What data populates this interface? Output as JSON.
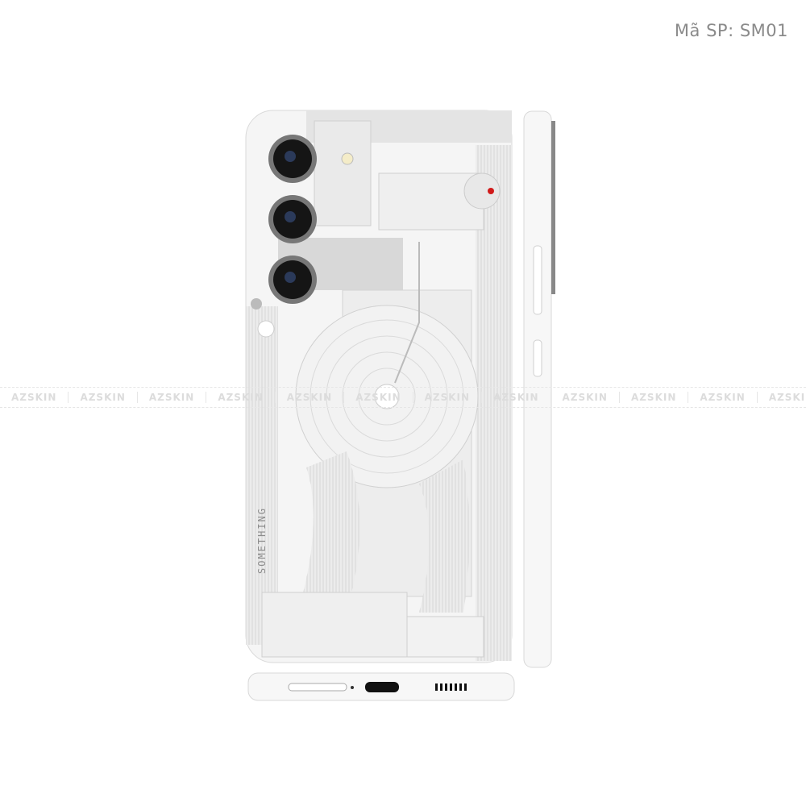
{
  "product_code": "Mã SP: SM01",
  "watermark": "AZSKIN",
  "skin_brand_text": "SOMETHING",
  "colors": {
    "body": "#f4f4f4",
    "circuit": "#dedede",
    "lens": "#1a1a1a",
    "accent": "#d11a1a"
  }
}
